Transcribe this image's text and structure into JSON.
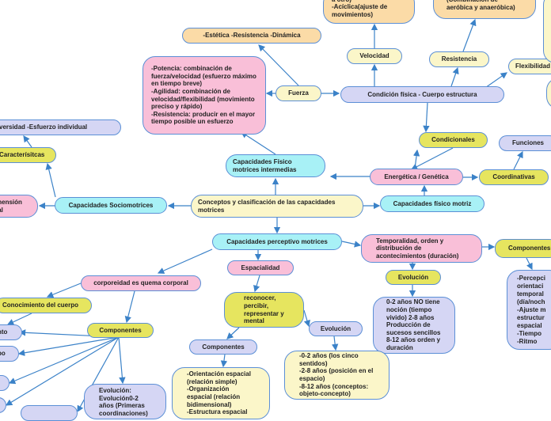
{
  "colors": {
    "lavender": "#d5d6f4",
    "cyan": "#a8f1f6",
    "yellow": "#e6e55f",
    "pale_yellow": "#fbf6c9",
    "pink": "#f9bfd8",
    "peach": "#fbdba7",
    "connector": "#3b82c8"
  },
  "nodes": {
    "central": "Conceptos y clasificación de las capacidades motrices",
    "sociomotrices": "Capacidades Sociomotrices",
    "fisico_motriz": "Capacidades físico motriz",
    "fisico_intermedias": "Capacidades Físico motrices intermedias",
    "perceptivo": "Capacidades perceptivo motrices",
    "fuerza": "Fuerza",
    "fuerza_tipos": "-Estética    -Resistencia    -Dinámica",
    "fuerza_desc": "-Potencia: combinación de fuerza/velocidad (esfuerzo máximo en tiempo breve)\n-Agilidad: combinación de velocidad/flexibilidad (movimiento preciso y rápido)\n-Resistencia: producir en el mayor tiempo posible un esfuerzo",
    "condicion": "Condición física          - Cuerpo estructura",
    "velocidad": "Velocidad",
    "velocidad_desc": "a otro)\n-Acíclica(ajuste de movimientos)",
    "resistencia": "Resistencia",
    "resistencia_desc": "(Combinación de aeróbica y anaeróbica)",
    "flexibilidad": "Flexibilidad",
    "condicionales": "Condicionales",
    "energetica": "Energética / Genética",
    "coordinativas": "Coordinativas",
    "funciones": "Funciones",
    "diversidad": "versidad      -Esfuerzo individual",
    "caracteristicas": "Caracterísitcas",
    "dimension": "mensión\nial",
    "temporalidad": "Temporalidad, orden y distribución de acontecimientos (duración)",
    "evolucion_t": "Evolución",
    "evolucion_t_desc": "0-2 años NO tiene noción (tiempo vivido)        2-8 años Producción de sucesos sencillos\n8-12 años orden y duración",
    "componentes_t": "Componentes",
    "componentes_t_desc": "-Percepci\n orientaci\n temporal\n (día/noch\n-Ajuste m\n estructur\n espacial\n-Tiempo\n-Ritmo",
    "espacialidad": "Espacialidad",
    "reconocer": "reconocer, percibir, representar y mental",
    "evolucion_e": "Evolución",
    "evolucion_e_desc": "-0-2 años (los cinco sentidos)\n-2-8 años (posición en el espacio)\n-8-12 años (conceptos: objeto-concepto)",
    "componentes_e": "Componentes",
    "componentes_e_desc": "-Orientación espacial (relación simple)\n-Organización espacial (relación bidimensional)\n-Estructura espacial",
    "corporeidad": "corporeidad es quema corporal",
    "conocimiento": "Conocimiento del cuerpo",
    "componentes_c": "Componentes",
    "evolucion_c": "Evolución: Evolución0-2 años (Primeras coordinaciones)",
    "nto": "nto",
    "po": "po"
  }
}
